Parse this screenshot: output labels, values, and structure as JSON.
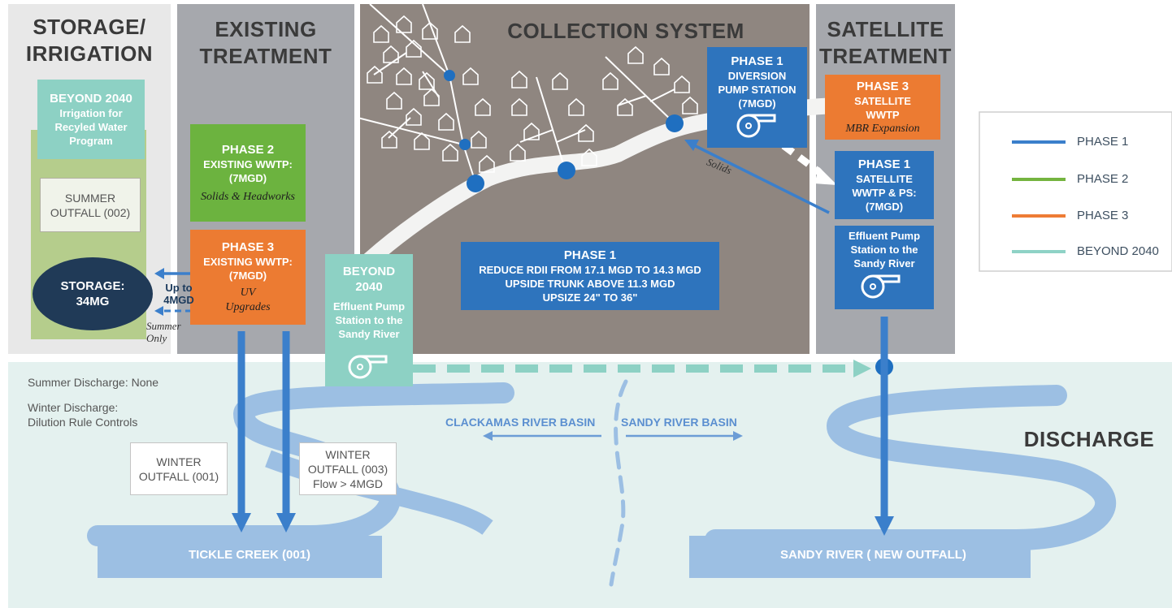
{
  "sections": {
    "storage": {
      "line1": "STORAGE/",
      "line2": "IRRIGATION"
    },
    "existing": {
      "line1": "EXISTING",
      "line2": "TREATMENT"
    },
    "collection": {
      "title": "COLLECTION SYSTEM"
    },
    "satellite": {
      "line1": "SATELLITE",
      "line2": "TREATMENT"
    },
    "discharge": {
      "title": "DISCHARGE"
    }
  },
  "boxes": {
    "beyond_irrigation": {
      "l1": "BEYOND 2040",
      "l2": "Irrigation for",
      "l3": "Recyled Water",
      "l4": "Program"
    },
    "summer_outfall": {
      "l1": "SUMMER",
      "l2": "OUTFALL (002)"
    },
    "storage": {
      "l1": "STORAGE:",
      "l2": "34MG"
    },
    "phase2_existing": {
      "l1": "PHASE 2",
      "l2": "EXISTING WWTP:",
      "l3": "(7MGD)",
      "l4": "Solids & Headworks"
    },
    "phase3_existing": {
      "l1": "PHASE 3",
      "l2": "EXISTING WWTP:",
      "l3": "(7MGD)",
      "l4": "UV",
      "l5": "Upgrades"
    },
    "beyond_pump": {
      "l1": "BEYOND",
      "l2": "2040",
      "l3": "Effluent Pump",
      "l4": "Station to the",
      "l5": "Sandy River"
    },
    "phase1_collection": {
      "l1": "PHASE 1",
      "l2": "REDUCE RDII FROM 17.1 MGD TO 14.3 MGD",
      "l3": "UPSIDE TRUNK ABOVE 11.3 MGD",
      "l4": "UPSIZE 24\" TO 36\""
    },
    "phase1_diversion": {
      "l1": "PHASE 1",
      "l2": "DIVERSION",
      "l3": "PUMP STATION",
      "l4": "(7MGD)"
    },
    "phase3_satellite": {
      "l1": "PHASE 3",
      "l2": "SATELLITE",
      "l3": "WWTP",
      "l4": "MBR Expansion"
    },
    "phase1_satellite": {
      "l1": "PHASE 1",
      "l2": "SATELLITE",
      "l3": "WWTP & PS:",
      "l4": "(7MGD)"
    },
    "phase1_effluent": {
      "l1": "Effluent Pump",
      "l2": "Station to the",
      "l3": "Sandy River"
    }
  },
  "labels": {
    "up_to": "Up to",
    "four_mgd": "4MGD",
    "summer": "Summer",
    "only": "Only",
    "solids": "Solids",
    "summer_discharge": "Summer Discharge: None",
    "winter_discharge_1": "Winter Discharge:",
    "winter_discharge_2": "Dilution Rule Controls",
    "clackamas_basin": "CLACKAMAS RIVER BASIN",
    "sandy_basin": "SANDY RIVER BASIN",
    "tickle_creek": "TICKLE CREEK (001)",
    "sandy_river": "SANDY RIVER ( NEW OUTFALL)"
  },
  "outfalls": {
    "winter_001": {
      "l1": "WINTER",
      "l2": "OUTFALL (001)"
    },
    "winter_003": {
      "l1": "WINTER",
      "l2": "OUTFALL (003)",
      "l3": "Flow > 4MGD"
    }
  },
  "legend": [
    {
      "label": "PHASE 1",
      "color": "#3b7fcb"
    },
    {
      "label": "PHASE 2",
      "color": "#74b43f"
    },
    {
      "label": "PHASE 3",
      "color": "#ee7c35"
    },
    {
      "label": "BEYOND 2040",
      "color": "#8fd2c6"
    }
  ],
  "colors": {
    "phase1": "#2e74bd",
    "phase2": "#6cb33f",
    "phase3": "#ec7b32",
    "beyond": "#8dd1c4",
    "storage": "#203a57",
    "collection_bg": "#8f8680",
    "discharge_bg": "#e4f1ef",
    "river": "#9cbfe3"
  }
}
